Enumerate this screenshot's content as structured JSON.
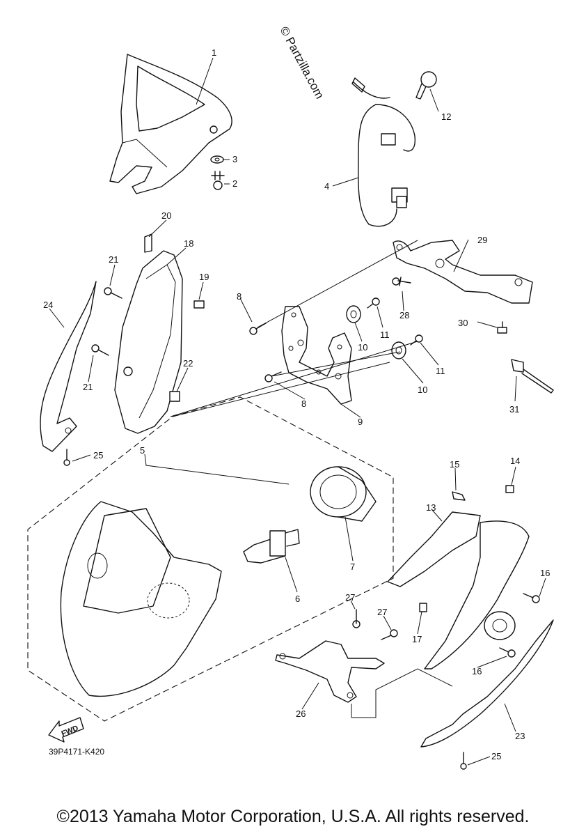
{
  "watermark": "© Partzilla.com",
  "diagram_code": "39P4171-K420",
  "fwd_label": "FWD",
  "copyright": "©2013 Yamaha Motor Corporation, U.S.A. All rights reserved.",
  "callouts": [
    "1",
    "2",
    "3",
    "4",
    "5",
    "6",
    "7",
    "8",
    "8",
    "9",
    "10",
    "10",
    "11",
    "11",
    "12",
    "13",
    "14",
    "15",
    "16",
    "16",
    "17",
    "18",
    "19",
    "20",
    "21",
    "21",
    "22",
    "23",
    "24",
    "25",
    "25",
    "26",
    "27",
    "27",
    "28",
    "29",
    "30",
    "31"
  ]
}
